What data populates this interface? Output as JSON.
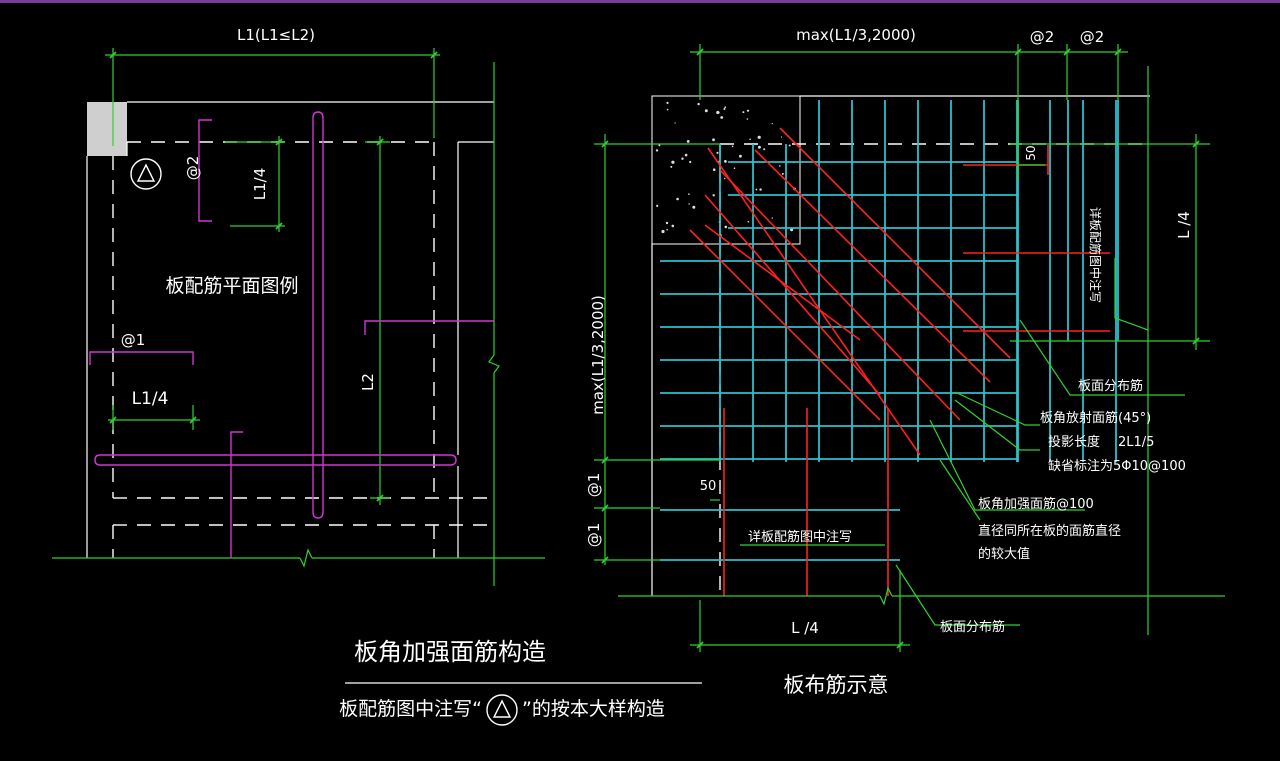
{
  "colors": {
    "background": "#000000",
    "dimension": "#2fd22f",
    "slab_line": "#ffffff",
    "rebar_distribution": "#2bc0cc",
    "rebar_reinforcement": "#ff2020",
    "plan_marker": "#d235d2",
    "column": "#cfcfcf"
  },
  "left_plan": {
    "dim_top": "L1(L1≤L2)",
    "dim_at2": "@2",
    "dim_l1_4_vertical": "L1/4",
    "label_plan": "板配筋平面图例",
    "dim_at1": "@1",
    "dim_l1_4_horizontal": "L1/4",
    "dim_l2": "L2",
    "symbol_icon": "triangle-in-circle-icon"
  },
  "right_detail": {
    "dim_top_max": "max(L1/3,2000)",
    "dim_top_at2_a": "@2",
    "dim_top_at2_b": "@2",
    "dim_left_max": "max(L1/3,2000)",
    "dim_right_l_4": "L /4",
    "dim_50_top": "50",
    "dim_at1_upper": "@1",
    "dim_at1_lower": "@1",
    "dim_50_left": "50",
    "dim_bottom_l_4": "L /4",
    "note_detail_vertical": "详板配筋图中注写",
    "note_top_distribution": "板面分布筋",
    "note_radial_line1": "板角放射面筋(45°)",
    "note_radial_line2": "投影长度",
    "note_radial_line2_value": "2L1/5",
    "note_radial_line3": "缺省标注为5Φ10@100",
    "note_reinf_line1": "板角加强面筋@100",
    "note_reinf_line2": "直径同所在板的面筋直径",
    "note_reinf_line3": "的较大值",
    "note_detail_horizontal": "详板配筋图中注写",
    "note_bottom_distribution": "板面分布筋",
    "caption": "板布筋示意"
  },
  "titles": {
    "main_title": "板角加强面筋构造",
    "subtitle_prefix": "板配筋图中注写“",
    "subtitle_suffix": "”的按本大样构造"
  }
}
